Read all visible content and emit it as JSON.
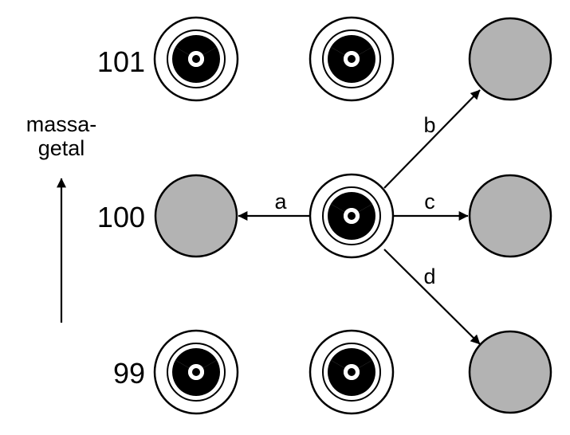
{
  "mass_numbers": {
    "top": "101",
    "middle": "100",
    "bottom": "99"
  },
  "axis_label": {
    "line1": "massa-",
    "line2": "getal"
  },
  "arrow_labels": {
    "a": "a",
    "b": "b",
    "c": "c",
    "d": "d"
  },
  "nuclei": [
    {
      "id": "r101-c1",
      "kind": "radioactive"
    },
    {
      "id": "r101-c2",
      "kind": "radioactive"
    },
    {
      "id": "r101-c3",
      "kind": "stable"
    },
    {
      "id": "r100-c1",
      "kind": "stable"
    },
    {
      "id": "r100-c2",
      "kind": "radioactive"
    },
    {
      "id": "r100-c3",
      "kind": "stable"
    },
    {
      "id": "r99-c1",
      "kind": "radioactive"
    },
    {
      "id": "r99-c2",
      "kind": "radioactive"
    },
    {
      "id": "r99-c3",
      "kind": "stable"
    }
  ],
  "colors": {
    "stable_fill": "#b3b3b3",
    "radioactive_fill": "#ffffff",
    "symbol": "#000000",
    "stroke": "#000000"
  },
  "icon_names": {
    "radioactive": "radiation-icon"
  }
}
